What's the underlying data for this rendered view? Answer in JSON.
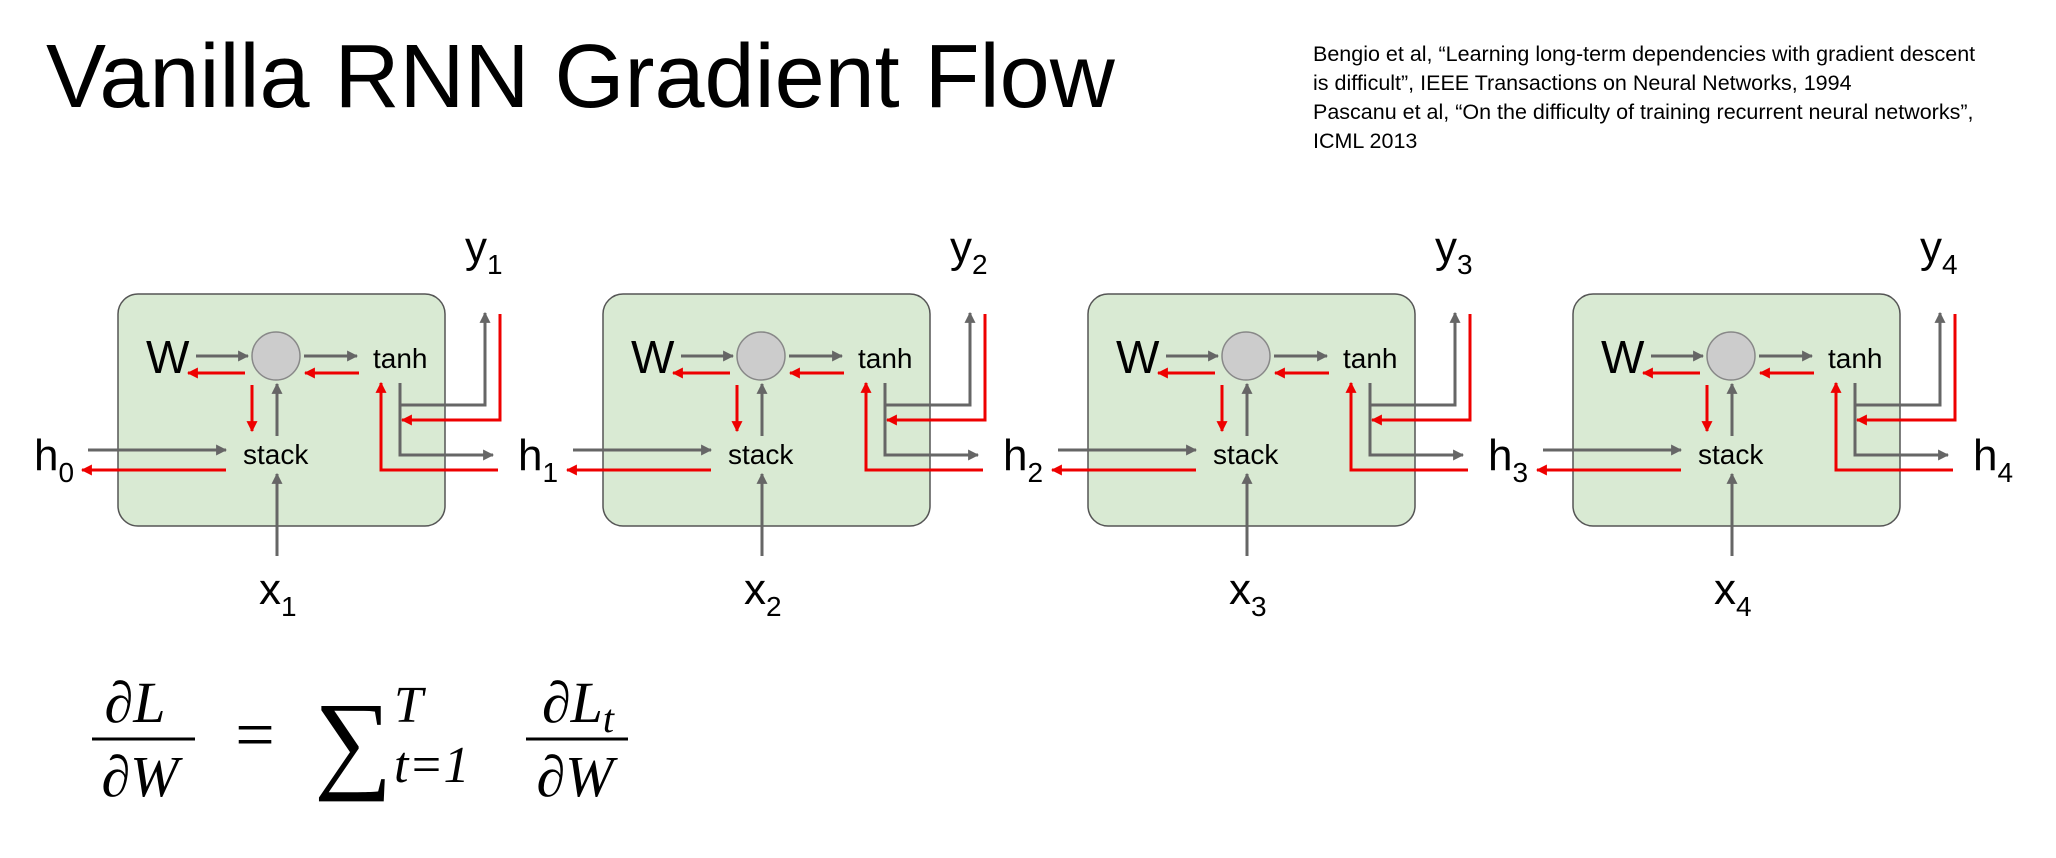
{
  "title": "Vanilla RNN Gradient Flow",
  "references": [
    "Bengio et al, “Learning long-term dependencies with gradient descent",
    "is difficult”, IEEE Transactions on Neural Networks, 1994",
    "Pascanu et al, “On the difficulty of training recurrent neural networks”,",
    "ICML 2013"
  ],
  "colors": {
    "cell_fill": "#d9ead3",
    "cell_stroke": "#555555",
    "forward_arrow": "#666666",
    "gradient_arrow": "#ee0000",
    "node_fill": "#cccccc"
  },
  "cells": [
    {
      "index": "1",
      "weight": "W",
      "stack": "stack",
      "activation": "tanh",
      "input": "x",
      "output": "y",
      "hidden_in": "h",
      "hidden_in_index": "0",
      "hidden_out": "h",
      "hidden_out_index": "1"
    },
    {
      "index": "2",
      "weight": "W",
      "stack": "stack",
      "activation": "tanh",
      "input": "x",
      "output": "y",
      "hidden_in": "h",
      "hidden_in_index": "1",
      "hidden_out": "h",
      "hidden_out_index": "2"
    },
    {
      "index": "3",
      "weight": "W",
      "stack": "stack",
      "activation": "tanh",
      "input": "x",
      "output": "y",
      "hidden_in": "h",
      "hidden_in_index": "2",
      "hidden_out": "h",
      "hidden_out_index": "3"
    },
    {
      "index": "4",
      "weight": "W",
      "stack": "stack",
      "activation": "tanh",
      "input": "x",
      "output": "y",
      "hidden_in": "h",
      "hidden_in_index": "3",
      "hidden_out": "h",
      "hidden_out_index": "4"
    }
  ],
  "equation": {
    "lhs_num": "∂L",
    "lhs_den": "∂W",
    "equals": "=",
    "sum": "∑",
    "sum_upper": "T",
    "sum_lower": "t=1",
    "rhs_num": "∂L",
    "rhs_num_sub": "t",
    "rhs_den": "∂W"
  }
}
